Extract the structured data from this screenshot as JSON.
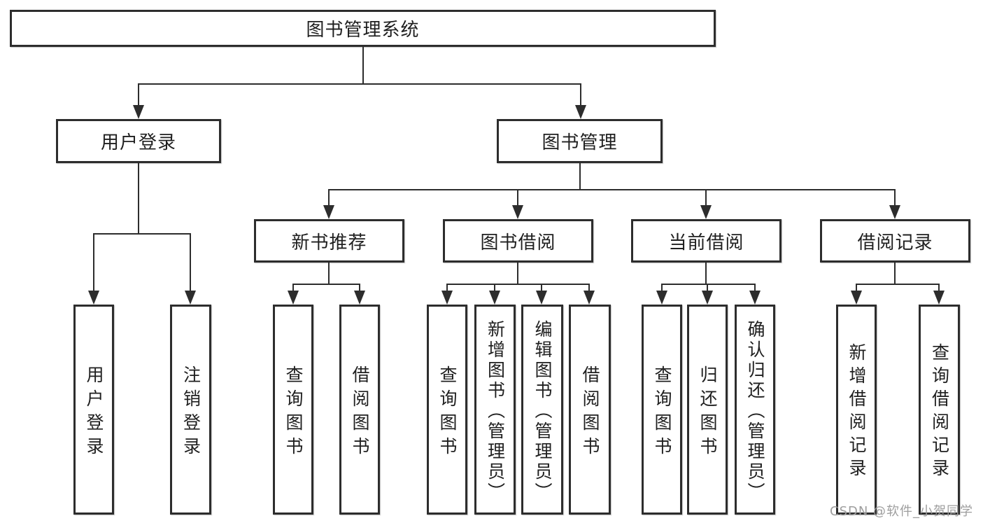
{
  "diagram": {
    "nodes": {
      "root": "图书管理系统",
      "user_login": "用户登录",
      "book_mgmt": "图书管理",
      "new_books": "新书推荐",
      "book_borrow": "图书借阅",
      "current_borrow": "当前借阅",
      "borrow_records": "借阅记录"
    },
    "leaves": {
      "user_login": [
        "用户登录",
        "注销登录"
      ],
      "new_books": [
        "查询图书",
        "借阅图书"
      ],
      "book_borrow": [
        "查询图书",
        "新增图书（管理员）",
        "编辑图书（管理员）",
        "借阅图书"
      ],
      "current_borrow": [
        "查询图书",
        "归还图书",
        "确认归还（管理员）"
      ],
      "borrow_records": [
        "新增借阅记录",
        "查询借阅记录"
      ]
    }
  },
  "watermark": {
    "text": "CSDN @软件_小贺同学"
  },
  "colors": {
    "line": "#2d2d2d",
    "text": "#1f1f1f",
    "box_background": "#ffffff",
    "page_background": "#ffffff",
    "watermark": "#9e9e9e"
  }
}
